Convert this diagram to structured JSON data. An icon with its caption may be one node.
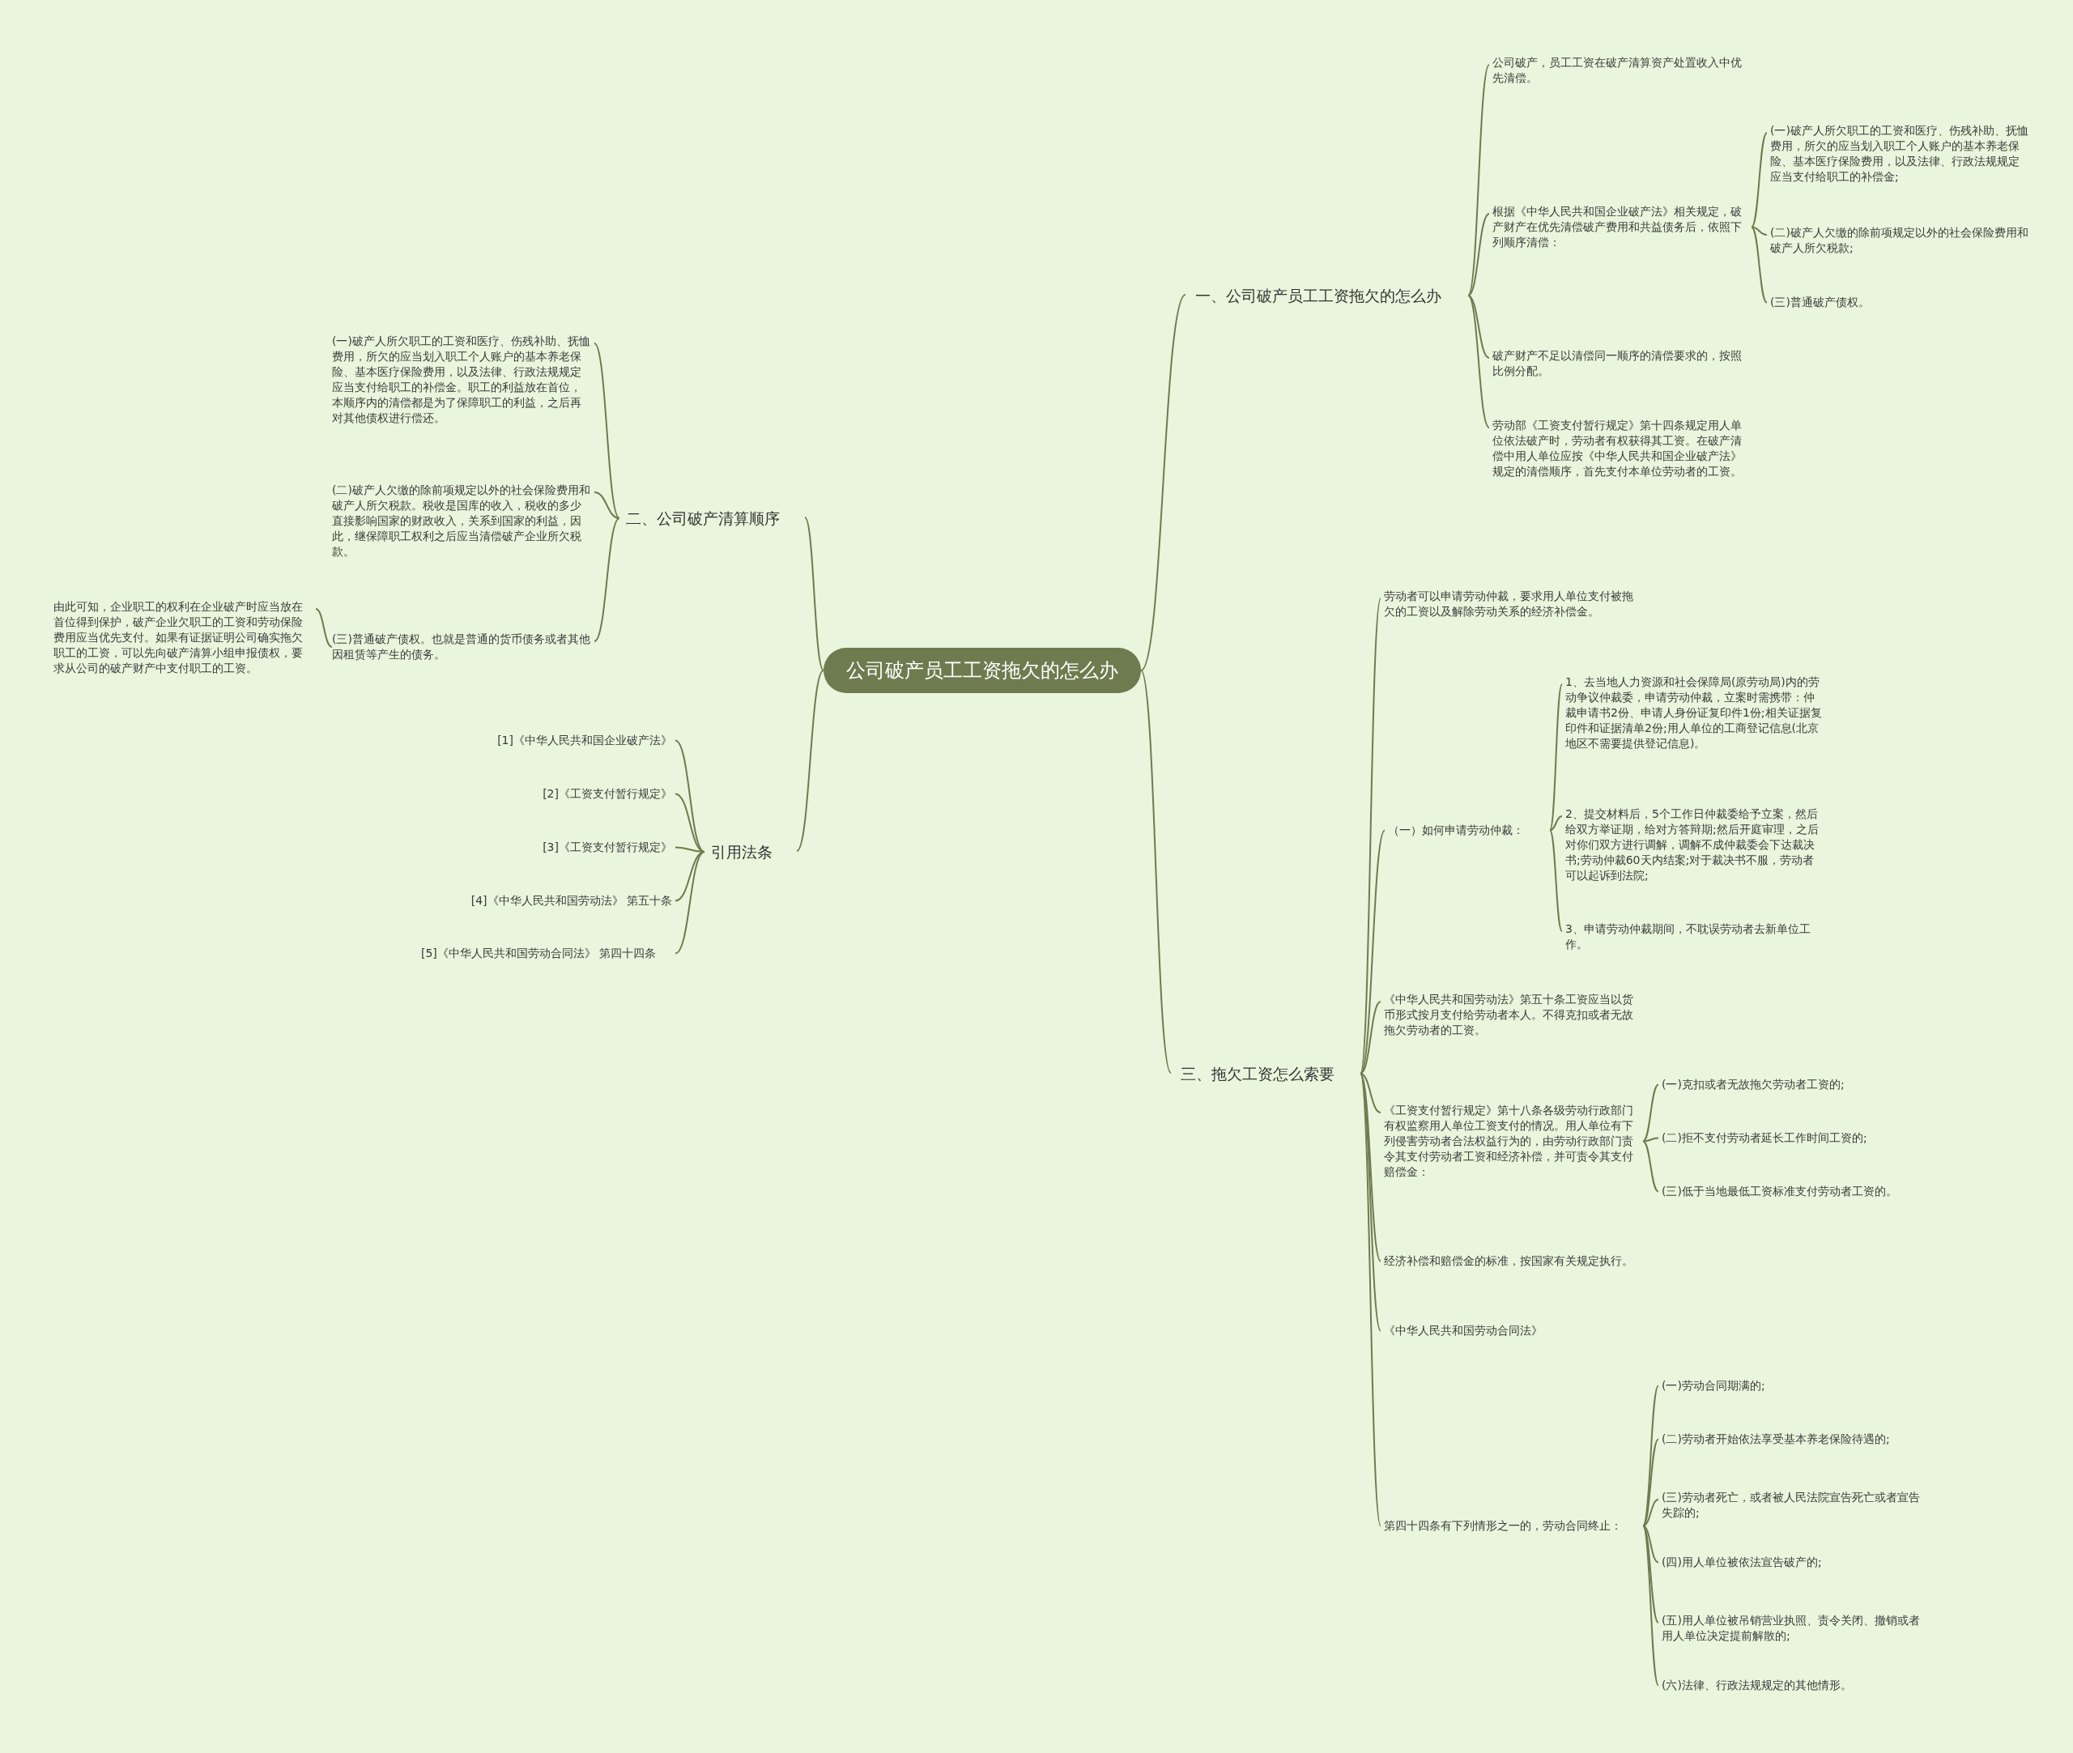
{
  "diagram": {
    "nodes": [
      {
        "text": [
          "公司破产员工工资拖欠的怎么办"
        ]
      },
      {
        "text": [
          "一、公司破产员工工资拖欠的怎么办"
        ]
      },
      {
        "text": [
          "公司破产，员工工资在破产清算资产处置收入中优先清偿。"
        ]
      },
      {
        "text": [
          "根据《中华人民共和国企业破产法》相关规定，破产财产在优先清偿破产费用和共益债务后，依照下列顺序清偿："
        ]
      },
      {
        "text": [
          "(一)破产人所欠职工的工资和医疗、伤残补助、抚恤费用，所欠的应当划入职工个人账户的基本养老保险、基本医疗保险费用，以及法律、行政法规规定应当支付给职工的补偿金;"
        ]
      },
      {
        "text": [
          "(二)破产人欠缴的除前项规定以外的社会保险费用和破产人所欠税款;"
        ]
      },
      {
        "text": [
          "(三)普通破产债权。"
        ]
      },
      {
        "text": [
          "破产财产不足以清偿同一顺序的清偿要求的，按照比例分配。"
        ]
      },
      {
        "text": [
          "劳动部《工资支付暂行规定》第十四条规定用人单位依法破产时，劳动者有权获得其工资。在破产清偿中用人单位应按《中华人民共和国企业破产法》规定的清偿顺序，首先支付本单位劳动者的工资。"
        ]
      },
      {
        "text": [
          "二、公司破产清算顺序"
        ]
      },
      {
        "text": [
          "(一)破产人所欠职工的工资和医疗、伤残补助、抚恤费用，所欠的应当划入职工个人账户的基本养老保险、基本医疗保险费用，以及法律、行政法规规定应当支付给职工的补偿金。职工的利益放在首位，本顺序内的清偿都是为了保障职工的利益，之后再对其他债权进行偿还。"
        ]
      },
      {
        "text": [
          "(二)破产人欠缴的除前项规定以外的社会保险费用和破产人所欠税款。税收是国库的收入，税收的多少直接影响国家的财政收入，关系到国家的利益，因此，继保障职工权利之后应当清偿破产企业所欠税款。"
        ]
      },
      {
        "text": [
          "(三)普通破产债权。也就是普通的货币债务或者其他因租赁等产生的债务。"
        ]
      },
      {
        "text": [
          "由此可知，企业职工的权利在企业破产时应当放在首位得到保护，破产企业欠职工的工资和劳动保险费用应当优先支付。如果有证据证明公司确实拖欠职工的工资，可以先向破产清算小组申报债权，要求从公司的破产财产中支付职工的工资。"
        ]
      },
      {
        "text": [
          "引用法条"
        ]
      },
      {
        "text": [
          "[1]《中华人民共和国企业破产法》"
        ]
      },
      {
        "text": [
          "[2]《工资支付暂行规定》"
        ]
      },
      {
        "text": [
          "[3]《工资支付暂行规定》"
        ]
      },
      {
        "text": [
          "[4]《中华人民共和国劳动法》 第五十条"
        ]
      },
      {
        "text": [
          "[5]《中华人民共和国劳动合同法》 第四十四条"
        ]
      },
      {
        "text": [
          "三、拖欠工资怎么索要"
        ]
      },
      {
        "text": [
          "劳动者可以申请劳动仲裁，要求用人单位支付被拖欠的工资以及解除劳动关系的经济补偿金。"
        ]
      },
      {
        "text": [
          "（一）如何申请劳动仲裁："
        ]
      },
      {
        "text": [
          "1、去当地人力资源和社会保障局(原劳动局)内的劳动争议仲裁委，申请劳动仲裁，立案时需携带：仲裁申请书2份、申请人身份证复印件1份;相关证据复印件和证据清单2份;用人单位的工商登记信息(北京地区不需要提供登记信息)。"
        ]
      },
      {
        "text": [
          "2、提交材料后，5个工作日仲裁委给予立案，然后给双方举证期，给对方答辩期;然后开庭审理，之后对你们双方进行调解，调解不成仲裁委会下达裁决书;劳动仲裁60天内结案;对于裁决书不服，劳动者可以起诉到法院;"
        ]
      },
      {
        "text": [
          "3、申请劳动仲裁期间，不耽误劳动者去新单位工作。"
        ]
      },
      {
        "text": [
          "《中华人民共和国劳动法》第五十条工资应当以货币形式按月支付给劳动者本人。不得克扣或者无故拖欠劳动者的工资。"
        ]
      },
      {
        "text": [
          "《工资支付暂行规定》第十八条各级劳动行政部门有权监察用人单位工资支付的情况。用人单位有下列侵害劳动者合法权益行为的，由劳动行政部门责令其支付劳动者工资和经济补偿，并可责令其支付赔偿金："
        ]
      },
      {
        "text": [
          "(一)克扣或者无故拖欠劳动者工资的;"
        ]
      },
      {
        "text": [
          "(二)拒不支付劳动者延长工作时间工资的;"
        ]
      },
      {
        "text": [
          "(三)低于当地最低工资标准支付劳动者工资的。"
        ]
      },
      {
        "text": [
          "经济补偿和赔偿金的标准，按国家有关规定执行。"
        ]
      },
      {
        "text": [
          "《中华人民共和国劳动合同法》"
        ]
      },
      {
        "text": [
          "第四十四条有下列情形之一的，劳动合同终止："
        ]
      },
      {
        "text": [
          "(一)劳动合同期满的;"
        ]
      },
      {
        "text": [
          "(二)劳动者开始依法享受基本养老保险待遇的;"
        ]
      },
      {
        "text": [
          "(三)劳动者死亡，或者被人民法院宣告死亡或者宣告失踪的;"
        ]
      },
      {
        "text": [
          "(四)用人单位被依法宣告破产的;"
        ]
      },
      {
        "text": [
          "(五)用人单位被吊销营业执照、责令关闭、撤销或者用人单位决定提前解散的;"
        ]
      },
      {
        "text": [
          "(六)法律、行政法规规定的其他情形。"
        ]
      }
    ],
    "edges": [
      {
        "from": 0,
        "to": 1,
        "arrow": "none"
      },
      {
        "from": 1,
        "to": 2,
        "arrow": "none"
      },
      {
        "from": 1,
        "to": 3,
        "arrow": "none"
      },
      {
        "from": 3,
        "to": 4,
        "arrow": "none"
      },
      {
        "from": 3,
        "to": 5,
        "arrow": "none"
      },
      {
        "from": 3,
        "to": 6,
        "arrow": "none"
      },
      {
        "from": 1,
        "to": 7,
        "arrow": "none"
      },
      {
        "from": 1,
        "to": 8,
        "arrow": "none"
      },
      {
        "from": 0,
        "to": 9,
        "arrow": "none"
      },
      {
        "from": 9,
        "to": 10,
        "arrow": "none"
      },
      {
        "from": 9,
        "to": 11,
        "arrow": "none"
      },
      {
        "from": 9,
        "to": 12,
        "arrow": "none"
      },
      {
        "from": 12,
        "to": 13,
        "arrow": "none"
      },
      {
        "from": 0,
        "to": 14,
        "arrow": "none"
      },
      {
        "from": 14,
        "to": 15,
        "arrow": "none"
      },
      {
        "from": 14,
        "to": 16,
        "arrow": "none"
      },
      {
        "from": 14,
        "to": 17,
        "arrow": "none"
      },
      {
        "from": 14,
        "to": 18,
        "arrow": "none"
      },
      {
        "from": 14,
        "to": 19,
        "arrow": "none"
      },
      {
        "from": 0,
        "to": 20,
        "arrow": "none"
      },
      {
        "from": 20,
        "to": 21,
        "arrow": "none"
      },
      {
        "from": 20,
        "to": 22,
        "arrow": "none"
      },
      {
        "from": 22,
        "to": 23,
        "arrow": "none"
      },
      {
        "from": 22,
        "to": 24,
        "arrow": "none"
      },
      {
        "from": 22,
        "to": 25,
        "arrow": "none"
      },
      {
        "from": 20,
        "to": 26,
        "arrow": "none"
      },
      {
        "from": 20,
        "to": 27,
        "arrow": "none"
      },
      {
        "from": 27,
        "to": 28,
        "arrow": "none"
      },
      {
        "from": 27,
        "to": 29,
        "arrow": "none"
      },
      {
        "from": 27,
        "to": 30,
        "arrow": "none"
      },
      {
        "from": 20,
        "to": 31,
        "arrow": "none"
      },
      {
        "from": 20,
        "to": 32,
        "arrow": "none"
      },
      {
        "from": 20,
        "to": 33,
        "arrow": "none"
      },
      {
        "from": 33,
        "to": 34,
        "arrow": "none"
      },
      {
        "from": 33,
        "to": 35,
        "arrow": "none"
      },
      {
        "from": 33,
        "to": 36,
        "arrow": "none"
      },
      {
        "from": 33,
        "to": 37,
        "arrow": "none"
      },
      {
        "from": 33,
        "to": 38,
        "arrow": "none"
      },
      {
        "from": 33,
        "to": 39,
        "arrow": "none"
      }
    ]
  }
}
